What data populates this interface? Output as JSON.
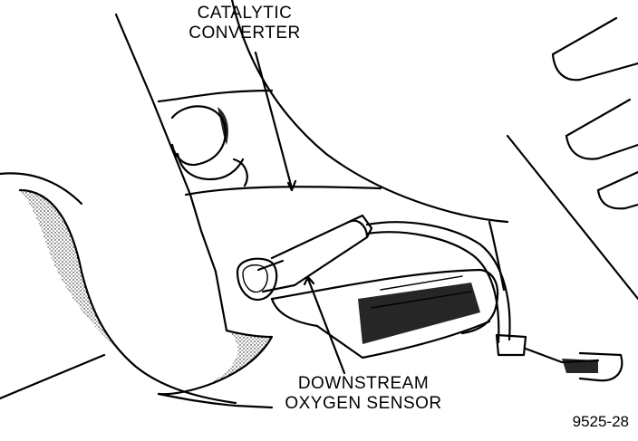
{
  "labels": {
    "catalytic_converter": [
      "CATALYTIC",
      "CONVERTER"
    ],
    "downstream_oxygen_sensor": [
      "DOWNSTREAM",
      "OXYGEN SENSOR"
    ]
  },
  "figure_number": "9525-28"
}
